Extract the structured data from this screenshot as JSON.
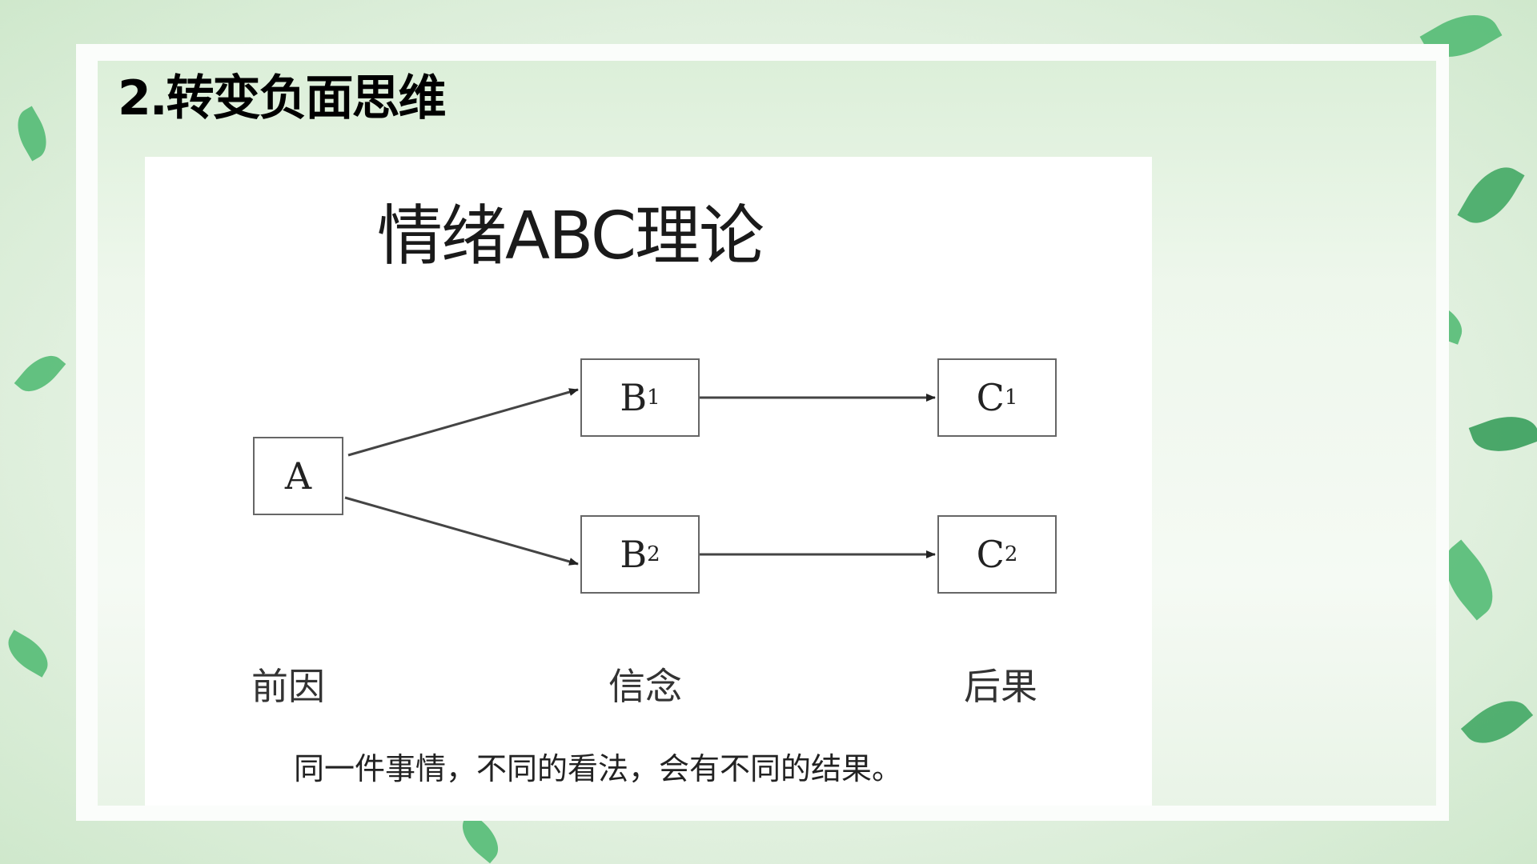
{
  "slide": {
    "title": "2.转变负面思维"
  },
  "diagram": {
    "title": "情绪ABC理论",
    "nodes": {
      "a": {
        "letter": "A"
      },
      "b1": {
        "letter": "B",
        "sub": "1"
      },
      "b2": {
        "letter": "B",
        "sub": "2"
      },
      "c1": {
        "letter": "C",
        "sub": "1"
      },
      "c2": {
        "letter": "C",
        "sub": "2"
      }
    },
    "labels": {
      "antecedent": "前因",
      "belief": "信念",
      "consequence": "后果"
    },
    "caption": "同一件事情，不同的看法，会有不同的结果。"
  },
  "colors": {
    "leaf": "#4cb870",
    "line": "#444444"
  }
}
